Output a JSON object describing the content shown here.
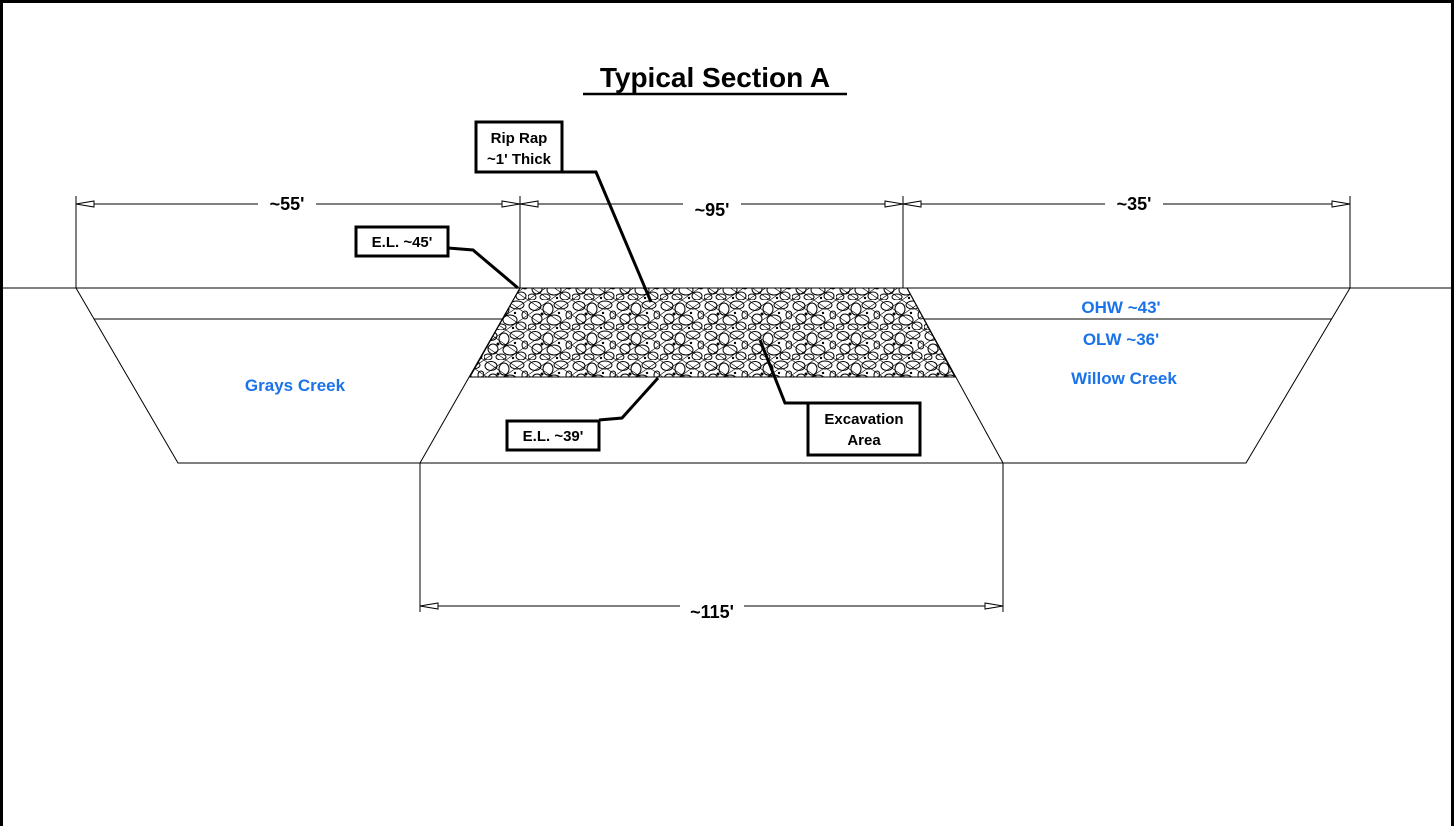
{
  "title": "Typical Section A",
  "dimensions": {
    "left_width": "~55'",
    "center_width": "~95'",
    "right_width": "~35'",
    "bottom_width": "~115'"
  },
  "callouts": {
    "rip_rap_line1": "Rip Rap",
    "rip_rap_line2": "~1' Thick",
    "el_top": "E.L. ~45'",
    "el_bottom": "E.L. ~39'",
    "excavation_line1": "Excavation",
    "excavation_line2": "Area"
  },
  "water_labels": {
    "left_channel": "Grays Creek",
    "right_channel": "Willow Creek",
    "ohw": "OHW ~43'",
    "olw": "OLW ~36'"
  },
  "colors": {
    "line": "#000000",
    "water_label": "#1a73e8",
    "background": "#ffffff"
  }
}
